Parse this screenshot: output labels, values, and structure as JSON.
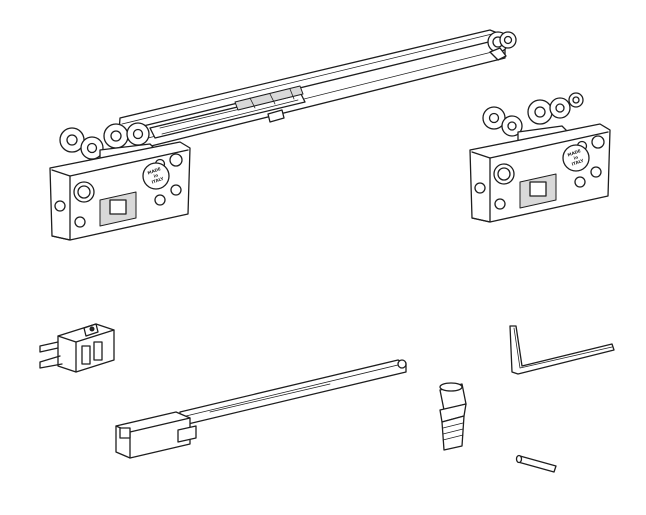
{
  "parts": [
    {
      "id": "long-damper-track-assembly",
      "icon": "damper-track-icon"
    },
    {
      "id": "left-roller-carriage",
      "icon": "roller-carriage-icon",
      "stamp": [
        "MADE",
        "in",
        "ITALY"
      ]
    },
    {
      "id": "right-roller-carriage",
      "icon": "roller-carriage-icon",
      "stamp": [
        "MADE",
        "in",
        "ITALY"
      ]
    },
    {
      "id": "stopper-clip",
      "icon": "clip-icon"
    },
    {
      "id": "soft-close-arm",
      "icon": "damper-arm-icon"
    },
    {
      "id": "guide-pin",
      "icon": "guide-pin-icon"
    },
    {
      "id": "hex-key",
      "icon": "allen-key-icon"
    },
    {
      "id": "small-pin",
      "icon": "pin-icon"
    }
  ],
  "colors": {
    "line": "#1e1e1e",
    "fill": "#ffffff",
    "shade": "#d9d9d9"
  }
}
